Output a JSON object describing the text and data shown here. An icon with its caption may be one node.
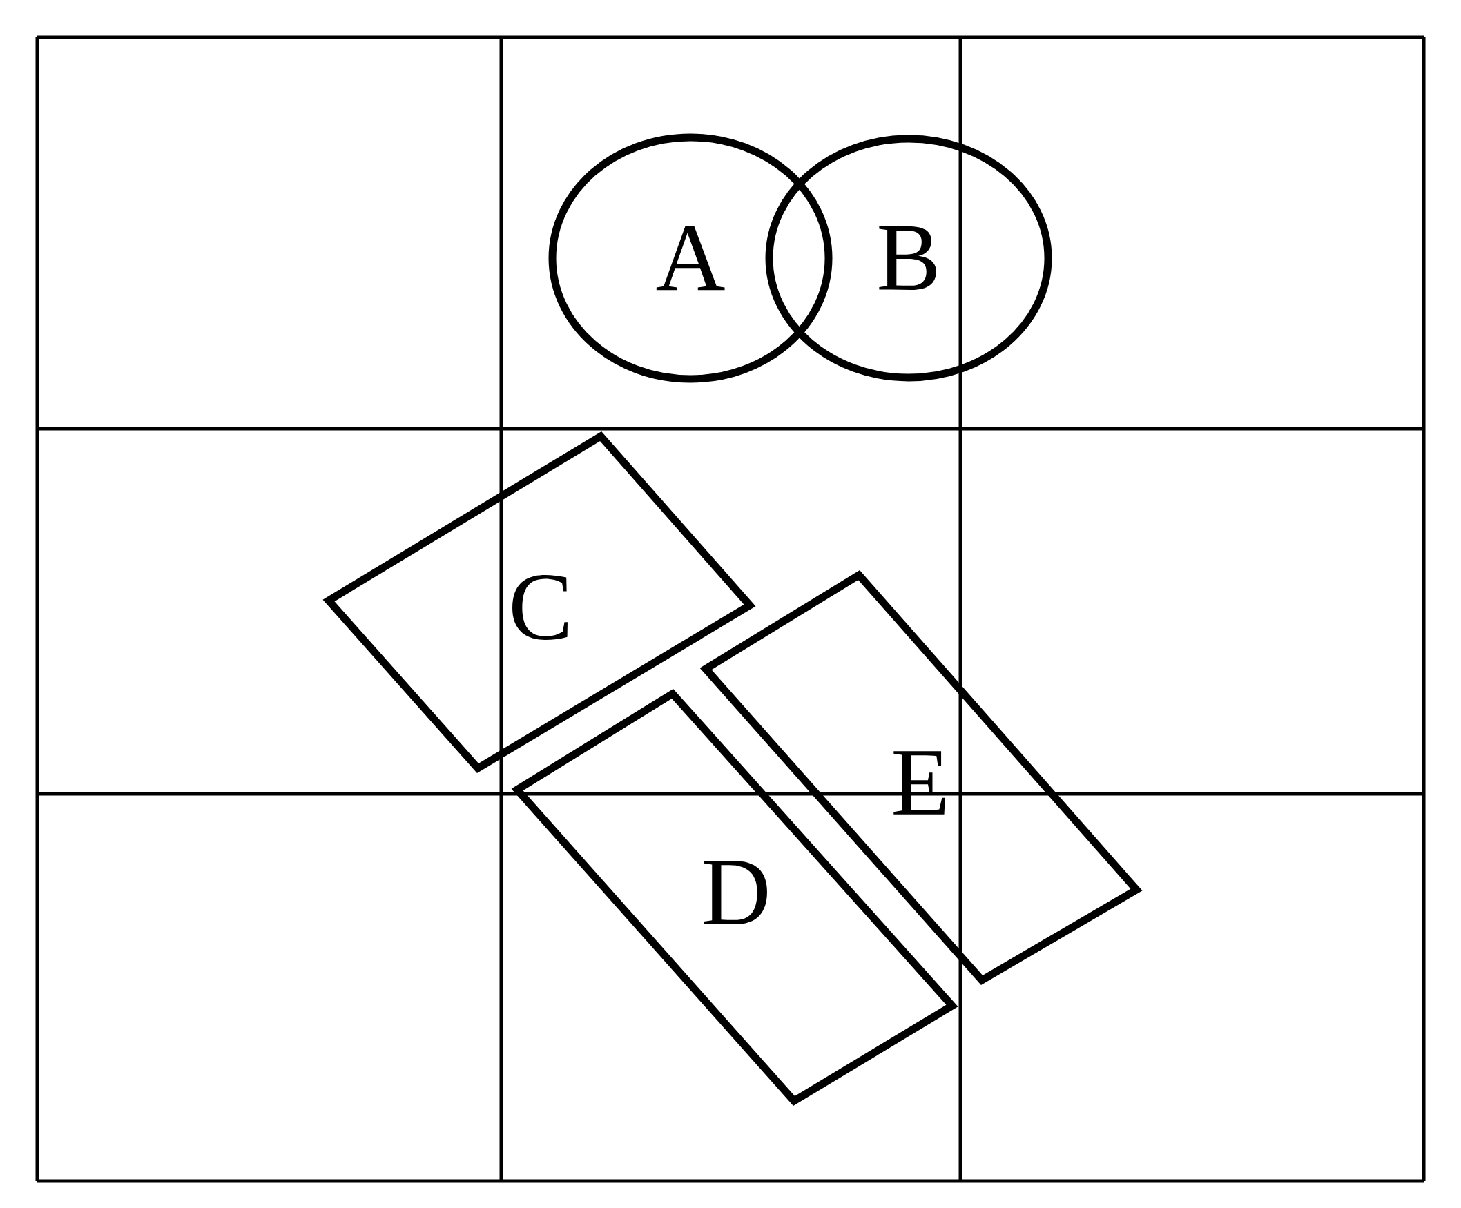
{
  "diagram": {
    "nodes": [
      {
        "text": [
          "A"
        ]
      },
      {
        "text": [
          "B"
        ]
      },
      {
        "text": [
          "C"
        ]
      },
      {
        "text": [
          "D"
        ]
      },
      {
        "text": [
          "E"
        ]
      }
    ]
  }
}
